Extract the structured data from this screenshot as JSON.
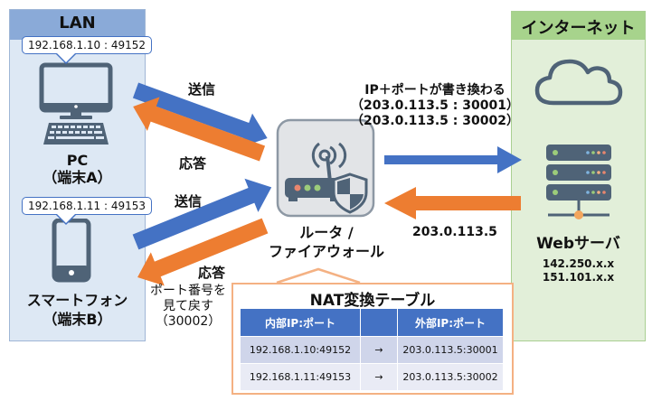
{
  "lan": {
    "title": "LAN",
    "pc": {
      "ip_label": "192.168.1.10 : 49152",
      "name": "PC",
      "sub": "（端末A）"
    },
    "phone": {
      "ip_label": "192.168.1.11 : 49153",
      "name": "スマートフォン",
      "sub": "（端末B）"
    }
  },
  "arrows": {
    "send_a": "送信",
    "reply_a": "応答",
    "send_b": "送信",
    "reply_b": "応答"
  },
  "router": {
    "name_line1": "ルータ /",
    "name_line2": "ファイアウォール"
  },
  "rewrite_note": {
    "line1": "IP＋ポートが書き換わる",
    "line2": "（203.0.113.5 : 30001）",
    "line3": "（203.0.113.5 : 30002）"
  },
  "return_ip": "203.0.113.5",
  "port_return_note": {
    "line1": "ポート番号を",
    "line2": "見て戻す",
    "line3": "（30002）"
  },
  "internet": {
    "title": "インターネット",
    "server": {
      "name": "Webサーバ",
      "ips": [
        "142.250.x.x",
        "151.101.x.x"
      ]
    }
  },
  "nat_table": {
    "title": "NAT変換テーブル",
    "headers": [
      "内部IP:ポート",
      "",
      "外部IP:ポート"
    ],
    "rows": [
      [
        "192.168.1.10:49152",
        "→",
        "203.0.113.5:30001"
      ],
      [
        "192.168.1.11:49153",
        "→",
        "203.0.113.5:30002"
      ]
    ]
  },
  "colors": {
    "send_arrow": "#4472c4",
    "reply_arrow": "#ed7d31",
    "lan_bg": "#dde8f4",
    "internet_bg": "#e2efd9",
    "nat_border": "#f4b183",
    "icon": "#4f6377"
  }
}
